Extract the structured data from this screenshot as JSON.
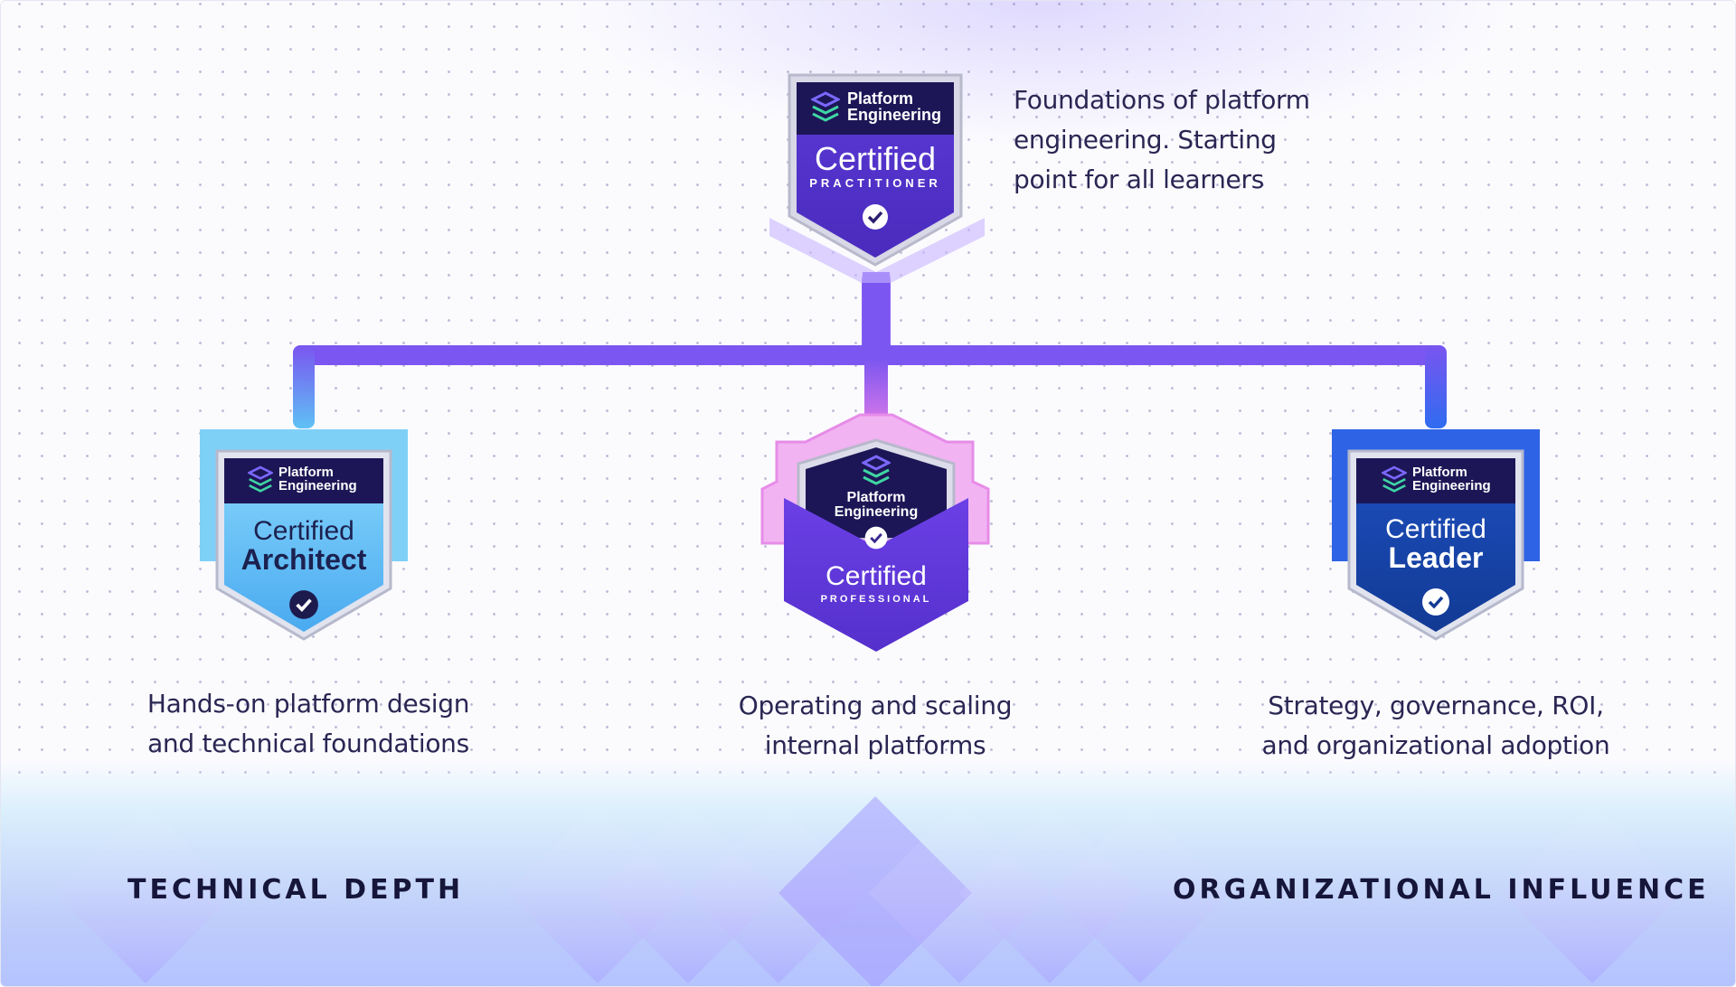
{
  "diagram": {
    "root": {
      "badge": {
        "brand_line1": "Platform",
        "brand_line2": "Engineering",
        "certified": "Certified",
        "level": "PRACTITIONER"
      },
      "description": [
        "Foundations of platform",
        "engineering.  Starting",
        "point for all learners"
      ]
    },
    "children": [
      {
        "badge": {
          "brand_line1": "Platform",
          "brand_line2": "Engineering",
          "certified": "Certified",
          "level": "Architect"
        },
        "description": [
          "Hands-on platform design",
          "and technical foundations"
        ]
      },
      {
        "badge": {
          "brand_line1": "Platform",
          "brand_line2": "Engineering",
          "certified": "Certified",
          "level": "PROFESSIONAL"
        },
        "description": [
          "Operating and scaling",
          "internal platforms"
        ]
      },
      {
        "badge": {
          "brand_line1": "Platform",
          "brand_line2": "Engineering",
          "certified": "Certified",
          "level": "Leader"
        },
        "description": [
          "Strategy, governance, ROI,",
          "and organizational adoption"
        ]
      }
    ],
    "axis": {
      "left_label": "TECHNICAL DEPTH",
      "right_label": "ORGANIZATIONAL INFLUENCE"
    }
  },
  "icons": {
    "brand_logo": "stacked-layers-icon",
    "verified": "check-seal-icon"
  },
  "colors": {
    "connector": "#7c56f0",
    "practitioner": "#5a38d0",
    "architect": "#6fc7f7",
    "professional": "#6a3fe0",
    "leader": "#133d9e",
    "text": "#2a2653",
    "axis_text": "#16153a",
    "logo_green": "#3fd6a4"
  }
}
